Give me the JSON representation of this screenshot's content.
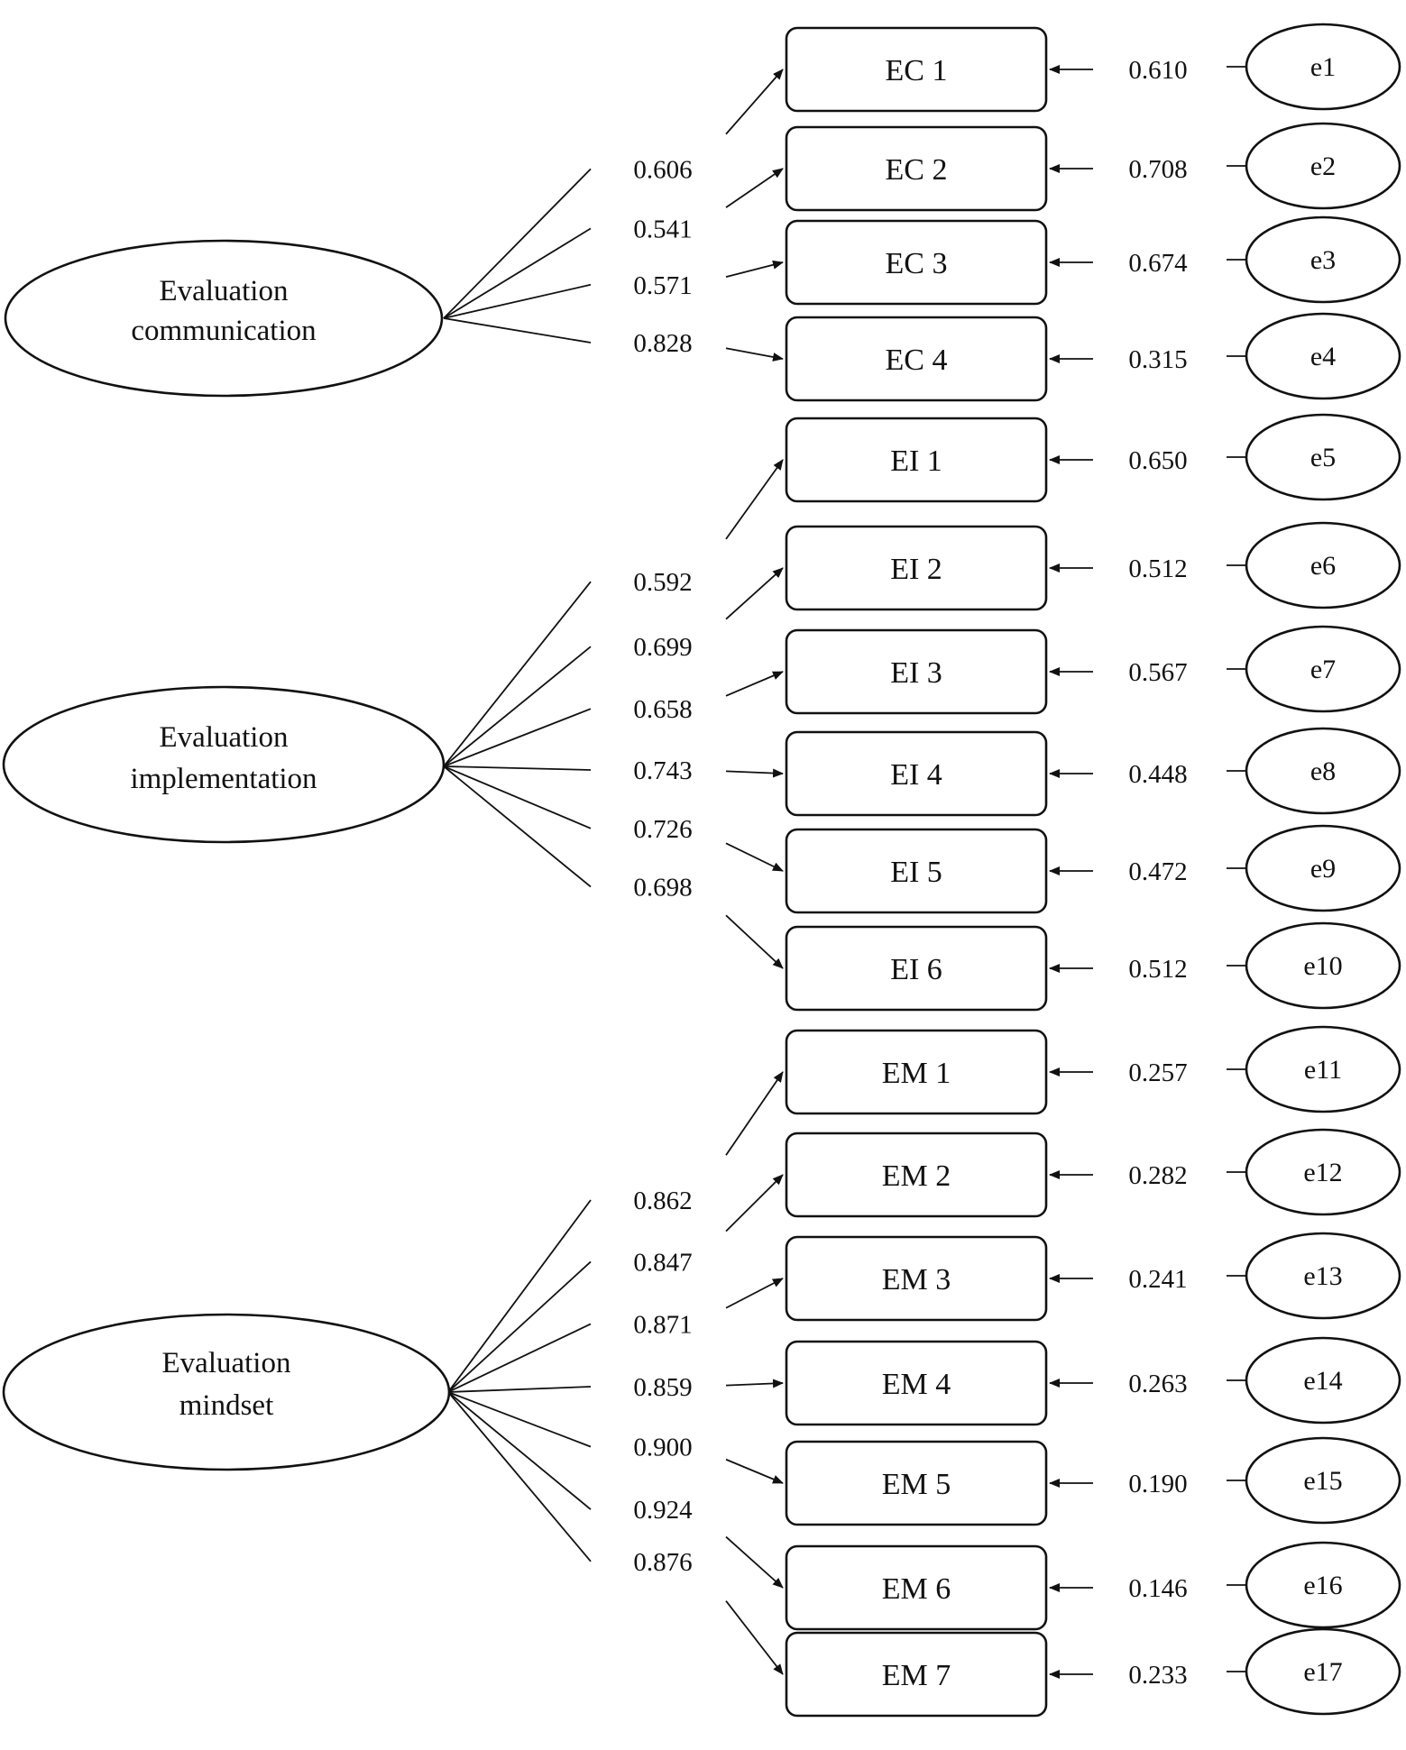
{
  "factors": [
    {
      "label_lines": [
        "Evaluation",
        "communication"
      ],
      "indicators": [
        {
          "name": "EC 1",
          "loading": "0.606",
          "error": "e1",
          "error_variance": "0.610"
        },
        {
          "name": "EC 2",
          "loading": "0.541",
          "error": "e2",
          "error_variance": "0.708"
        },
        {
          "name": "EC 3",
          "loading": "0.571",
          "error": "e3",
          "error_variance": "0.674"
        },
        {
          "name": "EC 4",
          "loading": "0.828",
          "error": "e4",
          "error_variance": "0.315"
        }
      ]
    },
    {
      "label_lines": [
        "Evaluation",
        "implementation"
      ],
      "indicators": [
        {
          "name": "EI 1",
          "loading": "0.592",
          "error": "e5",
          "error_variance": "0.650"
        },
        {
          "name": "EI 2",
          "loading": "0.699",
          "error": "e6",
          "error_variance": "0.512"
        },
        {
          "name": "EI 3",
          "loading": "0.658",
          "error": "e7",
          "error_variance": "0.567"
        },
        {
          "name": "EI 4",
          "loading": "0.743",
          "error": "e8",
          "error_variance": "0.448"
        },
        {
          "name": "EI 5",
          "loading": "0.726",
          "error": "e9",
          "error_variance": "0.472"
        },
        {
          "name": "EI 6",
          "loading": "0.698",
          "error": "e10",
          "error_variance": "0.512"
        }
      ]
    },
    {
      "label_lines": [
        "Evaluation",
        "mindset"
      ],
      "indicators": [
        {
          "name": "EM 1",
          "loading": "0.862",
          "error": "e11",
          "error_variance": "0.257"
        },
        {
          "name": "EM 2",
          "loading": "0.847",
          "error": "e12",
          "error_variance": "0.282"
        },
        {
          "name": "EM 3",
          "loading": "0.871",
          "error": "e13",
          "error_variance": "0.241"
        },
        {
          "name": "EM 4",
          "loading": "0.859",
          "error": "e14",
          "error_variance": "0.263"
        },
        {
          "name": "EM 5",
          "loading": "0.900",
          "error": "e15",
          "error_variance": "0.190"
        },
        {
          "name": "EM 6",
          "loading": "0.924",
          "error": "e16",
          "error_variance": "0.146"
        },
        {
          "name": "EM 7",
          "loading": "0.876",
          "error": "e17",
          "error_variance": "0.233"
        }
      ]
    }
  ]
}
